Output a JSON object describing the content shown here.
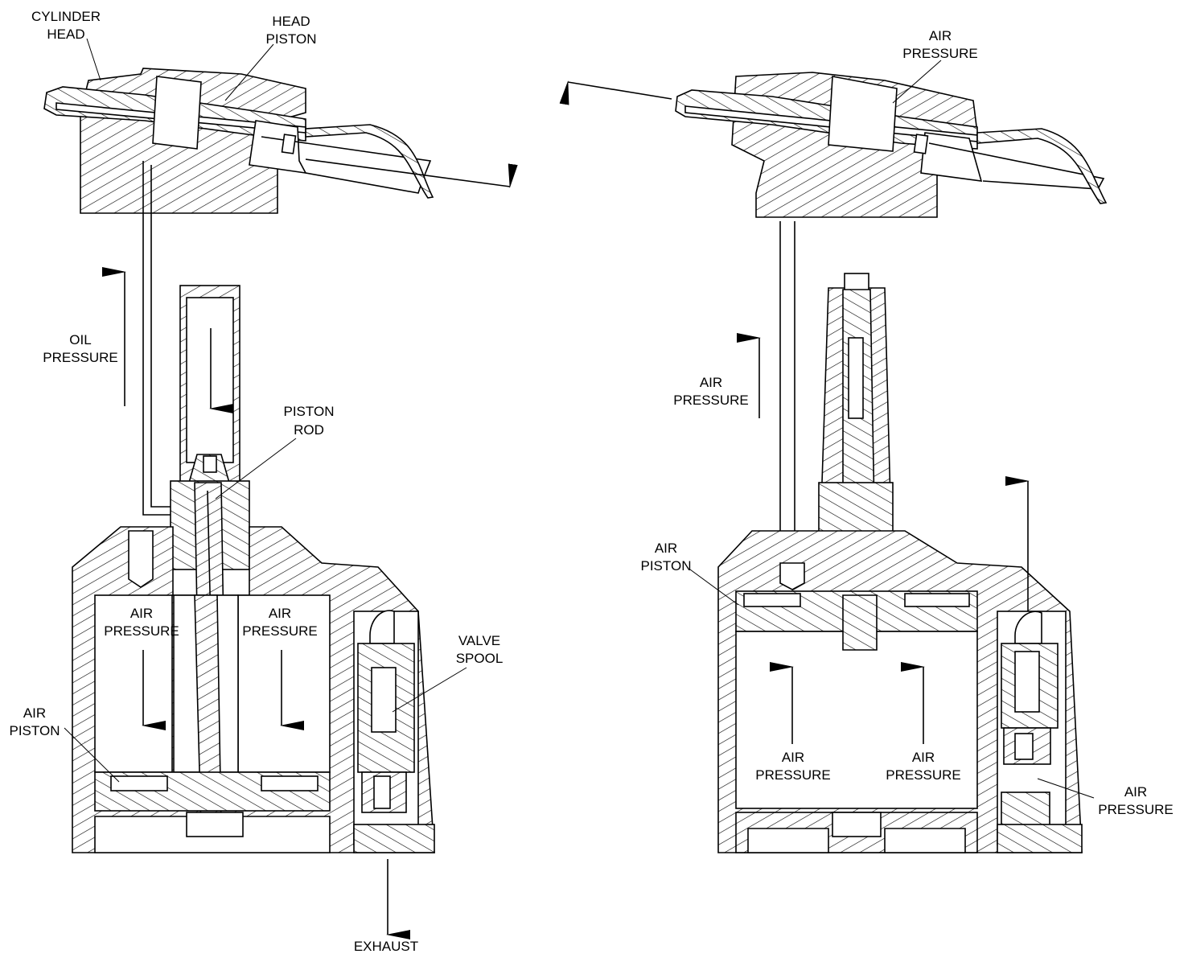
{
  "left_view": {
    "labels": {
      "cylinder_head": [
        "CYLINDER",
        "HEAD"
      ],
      "head_piston": [
        "HEAD",
        "PISTON"
      ],
      "oil_pressure": [
        "OIL",
        "PRESSURE"
      ],
      "piston_rod": [
        "PISTON",
        "ROD"
      ],
      "air_pressure_left": [
        "AIR",
        "PRESSURE"
      ],
      "air_pressure_right": [
        "AIR",
        "PRESSURE"
      ],
      "valve_spool": [
        "VALVE",
        "SPOOL"
      ],
      "air_piston": [
        "AIR",
        "PISTON"
      ],
      "exhaust": [
        "EXHAUST"
      ]
    }
  },
  "right_view": {
    "labels": {
      "air_pressure_head": [
        "AIR",
        "PRESSURE"
      ],
      "air_pressure_tube": [
        "AIR",
        "PRESSURE"
      ],
      "air_piston": [
        "AIR",
        "PISTON"
      ],
      "air_pressure_bottom_left": [
        "AIR",
        "PRESSURE"
      ],
      "air_pressure_bottom_right": [
        "AIR",
        "PRESSURE"
      ],
      "air_pressure_valve": [
        "AIR",
        "PRESSURE"
      ]
    }
  }
}
